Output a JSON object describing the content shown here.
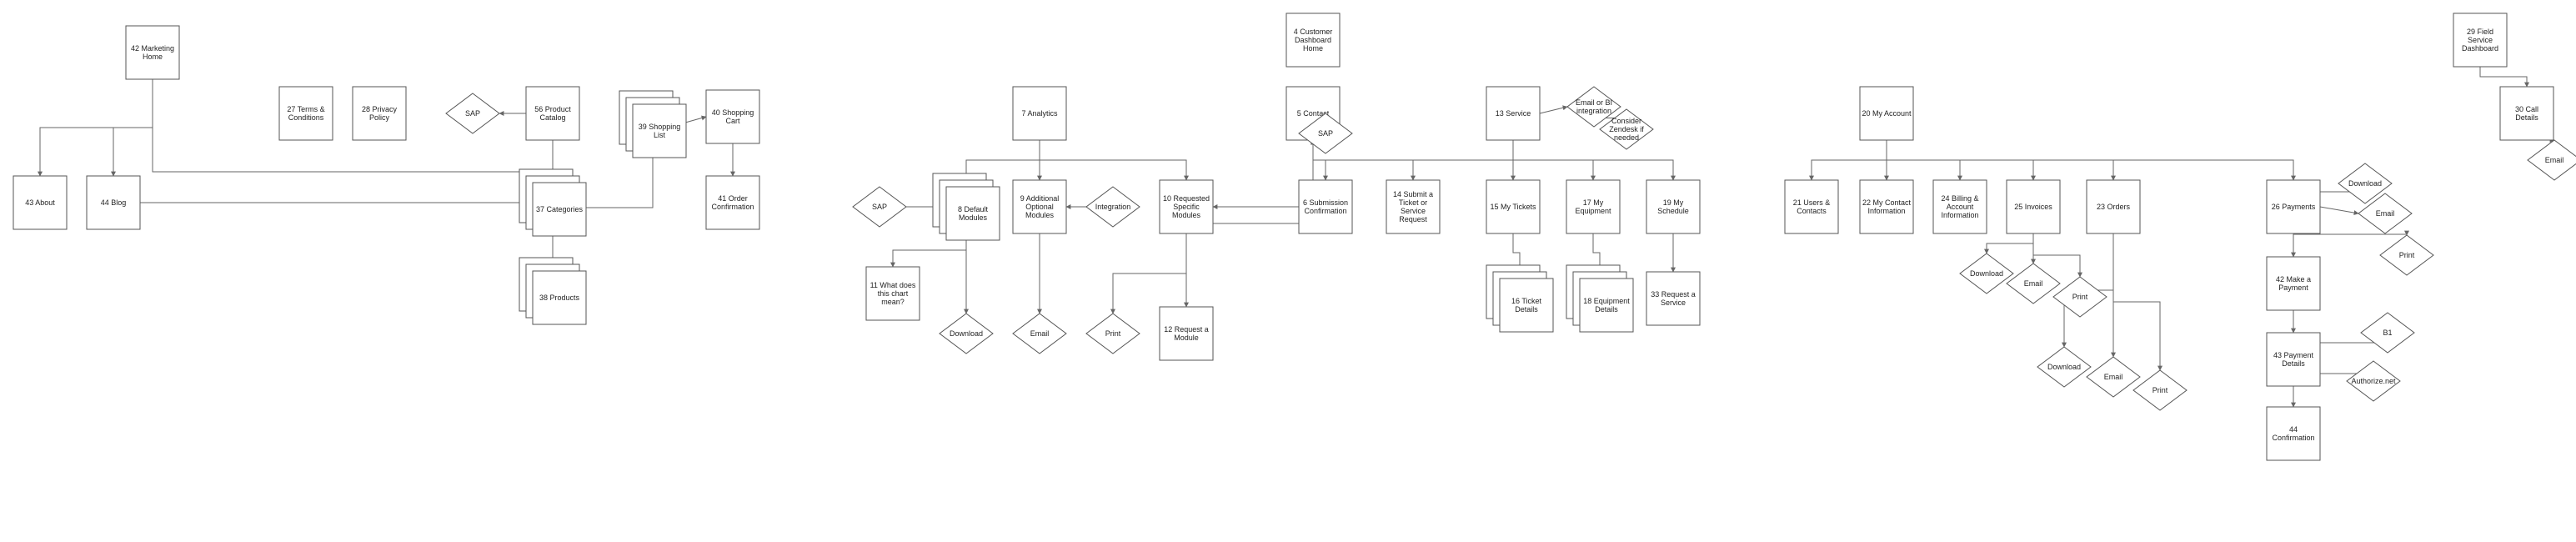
{
  "nodes": [
    {
      "id": "n42",
      "label": "42 Marketing Home",
      "shape": "box"
    },
    {
      "id": "n43",
      "label": "43 About",
      "shape": "box"
    },
    {
      "id": "n44",
      "label": "44 Blog",
      "shape": "box"
    },
    {
      "id": "n27",
      "label": "27 Terms & Conditions",
      "shape": "box"
    },
    {
      "id": "n28",
      "label": "28 Privacy Policy",
      "shape": "box"
    },
    {
      "id": "sap1",
      "label": "SAP",
      "shape": "diamond"
    },
    {
      "id": "n56",
      "label": "56 Product Catalog",
      "shape": "box"
    },
    {
      "id": "n37",
      "label": "37 Categories",
      "shape": "stack"
    },
    {
      "id": "n38",
      "label": "38 Products",
      "shape": "stack"
    },
    {
      "id": "n39",
      "label": "39 Shopping List",
      "shape": "stack"
    },
    {
      "id": "n40",
      "label": "40 Shopping Cart",
      "shape": "box"
    },
    {
      "id": "n41",
      "label": "41 Order Confirmation",
      "shape": "box"
    },
    {
      "id": "n7",
      "label": "7 Analytics",
      "shape": "box"
    },
    {
      "id": "sap2",
      "label": "SAP",
      "shape": "diamond"
    },
    {
      "id": "n8",
      "label": "8 Default Modules",
      "shape": "stack"
    },
    {
      "id": "n9",
      "label": "9 Additional Optional Modules",
      "shape": "box"
    },
    {
      "id": "int1",
      "label": "Integration",
      "shape": "diamond"
    },
    {
      "id": "n10",
      "label": "10 Requested Specific Modules",
      "shape": "box"
    },
    {
      "id": "n11",
      "label": "11 What does this chart mean?",
      "shape": "box"
    },
    {
      "id": "dl1",
      "label": "Download",
      "shape": "diamond"
    },
    {
      "id": "em1",
      "label": "Email",
      "shape": "diamond"
    },
    {
      "id": "pr1",
      "label": "Print",
      "shape": "diamond"
    },
    {
      "id": "n12",
      "label": "12 Request a Module",
      "shape": "box"
    },
    {
      "id": "n4",
      "label": "4 Customer Dashboard Home",
      "shape": "box"
    },
    {
      "id": "n5",
      "label": "5 Contact",
      "shape": "box"
    },
    {
      "id": "sap3",
      "label": "SAP",
      "shape": "diamond"
    },
    {
      "id": "n6",
      "label": "6 Submission Confirmation",
      "shape": "box"
    },
    {
      "id": "n13",
      "label": "13 Service",
      "shape": "box"
    },
    {
      "id": "emb",
      "label": "Email or BI integration",
      "shape": "diamond"
    },
    {
      "id": "zen",
      "label": "Consider Zendesk if needed",
      "shape": "diamond"
    },
    {
      "id": "n14",
      "label": "14 Submit a Ticket or Service Request",
      "shape": "box"
    },
    {
      "id": "n15",
      "label": "15 My Tickets",
      "shape": "box"
    },
    {
      "id": "n16",
      "label": "16 Ticket Details",
      "shape": "stack"
    },
    {
      "id": "n17",
      "label": "17 My Equipment",
      "shape": "box"
    },
    {
      "id": "n18",
      "label": "18 Equipment Details",
      "shape": "stack"
    },
    {
      "id": "n19",
      "label": "19 My Schedule",
      "shape": "box"
    },
    {
      "id": "n33",
      "label": "33 Request a Service",
      "shape": "box"
    },
    {
      "id": "n20",
      "label": "20 My Account",
      "shape": "box"
    },
    {
      "id": "n21",
      "label": "21 Users & Contacts",
      "shape": "box"
    },
    {
      "id": "n22",
      "label": "22 My Contact Information",
      "shape": "box"
    },
    {
      "id": "n24",
      "label": "24 Billing & Account Information",
      "shape": "box"
    },
    {
      "id": "n25",
      "label": "25 Invoices",
      "shape": "box"
    },
    {
      "id": "dl2",
      "label": "Download",
      "shape": "diamond"
    },
    {
      "id": "em2",
      "label": "Email",
      "shape": "diamond"
    },
    {
      "id": "pr2",
      "label": "Print",
      "shape": "diamond"
    },
    {
      "id": "n23",
      "label": "23 Orders",
      "shape": "box"
    },
    {
      "id": "dl3",
      "label": "Download",
      "shape": "diamond"
    },
    {
      "id": "em3",
      "label": "Email",
      "shape": "diamond"
    },
    {
      "id": "pr3",
      "label": "Print",
      "shape": "diamond"
    },
    {
      "id": "n26",
      "label": "26 Payments",
      "shape": "box"
    },
    {
      "id": "dl4",
      "label": "Download",
      "shape": "diamond"
    },
    {
      "id": "em4",
      "label": "Email",
      "shape": "diamond"
    },
    {
      "id": "pr4",
      "label": "Print",
      "shape": "diamond"
    },
    {
      "id": "n42p",
      "label": "42 Make a Payment",
      "shape": "box"
    },
    {
      "id": "n43p",
      "label": "43 Payment Details",
      "shape": "box"
    },
    {
      "id": "b1",
      "label": "B1",
      "shape": "diamond"
    },
    {
      "id": "auth",
      "label": "Authorize.net",
      "shape": "diamond"
    },
    {
      "id": "n44c",
      "label": "44 Confirmation",
      "shape": "box"
    },
    {
      "id": "n29",
      "label": "29 Field Service Dashboard",
      "shape": "box"
    },
    {
      "id": "n30",
      "label": "30 Call Details",
      "shape": "box"
    },
    {
      "id": "em5",
      "label": "Email",
      "shape": "diamond"
    }
  ],
  "edges": [
    [
      "n42",
      "n43"
    ],
    [
      "n42",
      "n44"
    ],
    [
      "n42",
      "n38"
    ],
    [
      "n44",
      "n37"
    ],
    [
      "n56",
      "sap1"
    ],
    [
      "n56",
      "n37"
    ],
    [
      "n37",
      "n38"
    ],
    [
      "n39",
      "n40"
    ],
    [
      "n40",
      "n41"
    ],
    [
      "n38",
      "n39"
    ],
    [
      "n7",
      "n8"
    ],
    [
      "n7",
      "n9"
    ],
    [
      "n7",
      "n10"
    ],
    [
      "sap2",
      "n8"
    ],
    [
      "int1",
      "n9"
    ],
    [
      "n8",
      "n11"
    ],
    [
      "n8",
      "dl1"
    ],
    [
      "n9",
      "em1"
    ],
    [
      "n10",
      "pr1"
    ],
    [
      "n10",
      "n12"
    ],
    [
      "n5",
      "sap3"
    ],
    [
      "n5",
      "n6"
    ],
    [
      "n6",
      "n10"
    ],
    [
      "n12",
      "n5"
    ],
    [
      "n13",
      "emb"
    ],
    [
      "emb",
      "zen"
    ],
    [
      "n13",
      "n14"
    ],
    [
      "n13",
      "n15"
    ],
    [
      "n13",
      "n17"
    ],
    [
      "n13",
      "n19"
    ],
    [
      "n15",
      "n16"
    ],
    [
      "n17",
      "n18"
    ],
    [
      "n19",
      "n33"
    ],
    [
      "n14",
      "n5"
    ],
    [
      "n20",
      "n21"
    ],
    [
      "n20",
      "n22"
    ],
    [
      "n20",
      "n24"
    ],
    [
      "n20",
      "n25"
    ],
    [
      "n20",
      "n23"
    ],
    [
      "n20",
      "n26"
    ],
    [
      "n25",
      "dl2"
    ],
    [
      "n25",
      "em2"
    ],
    [
      "n25",
      "pr2"
    ],
    [
      "n23",
      "dl3"
    ],
    [
      "n23",
      "em3"
    ],
    [
      "n23",
      "pr3"
    ],
    [
      "n26",
      "dl4"
    ],
    [
      "n26",
      "em4"
    ],
    [
      "n26",
      "pr4"
    ],
    [
      "n26",
      "n42p"
    ],
    [
      "n42p",
      "n43p"
    ],
    [
      "n43p",
      "b1"
    ],
    [
      "n43p",
      "auth"
    ],
    [
      "n43p",
      "n44c"
    ],
    [
      "n29",
      "n30"
    ],
    [
      "n30",
      "em5"
    ]
  ]
}
